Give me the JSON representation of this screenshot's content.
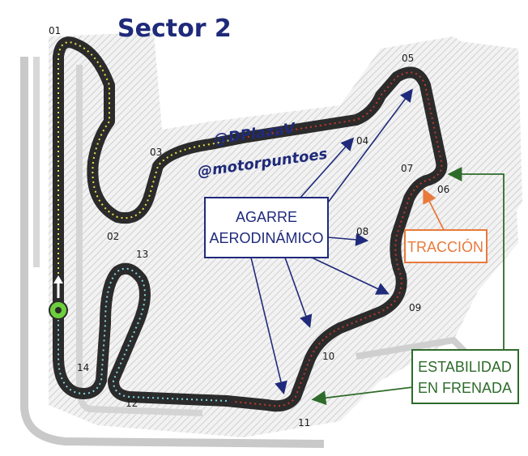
{
  "title": "Sector 2",
  "handles": [
    "@DPlazaV",
    "@motorpuntoes"
  ],
  "turns": [
    "01",
    "02",
    "03",
    "04",
    "05",
    "06",
    "07",
    "08",
    "09",
    "10",
    "11",
    "12",
    "13",
    "14"
  ],
  "labels": {
    "aero_line1": "AGARRE",
    "aero_line2": "AERODINÁMICO",
    "traction": "TRACCIÓN",
    "braking_line1": "ESTABILIDAD",
    "braking_line2": "EN FRENADA"
  },
  "colors": {
    "aero": "#1f2a7a",
    "traction": "#e87a3c",
    "braking": "#2e6b2a",
    "sector1": "#e8e04a",
    "sector2": "#c0392b",
    "sector3": "#7fd4e0",
    "track": "#2b2b2b"
  }
}
